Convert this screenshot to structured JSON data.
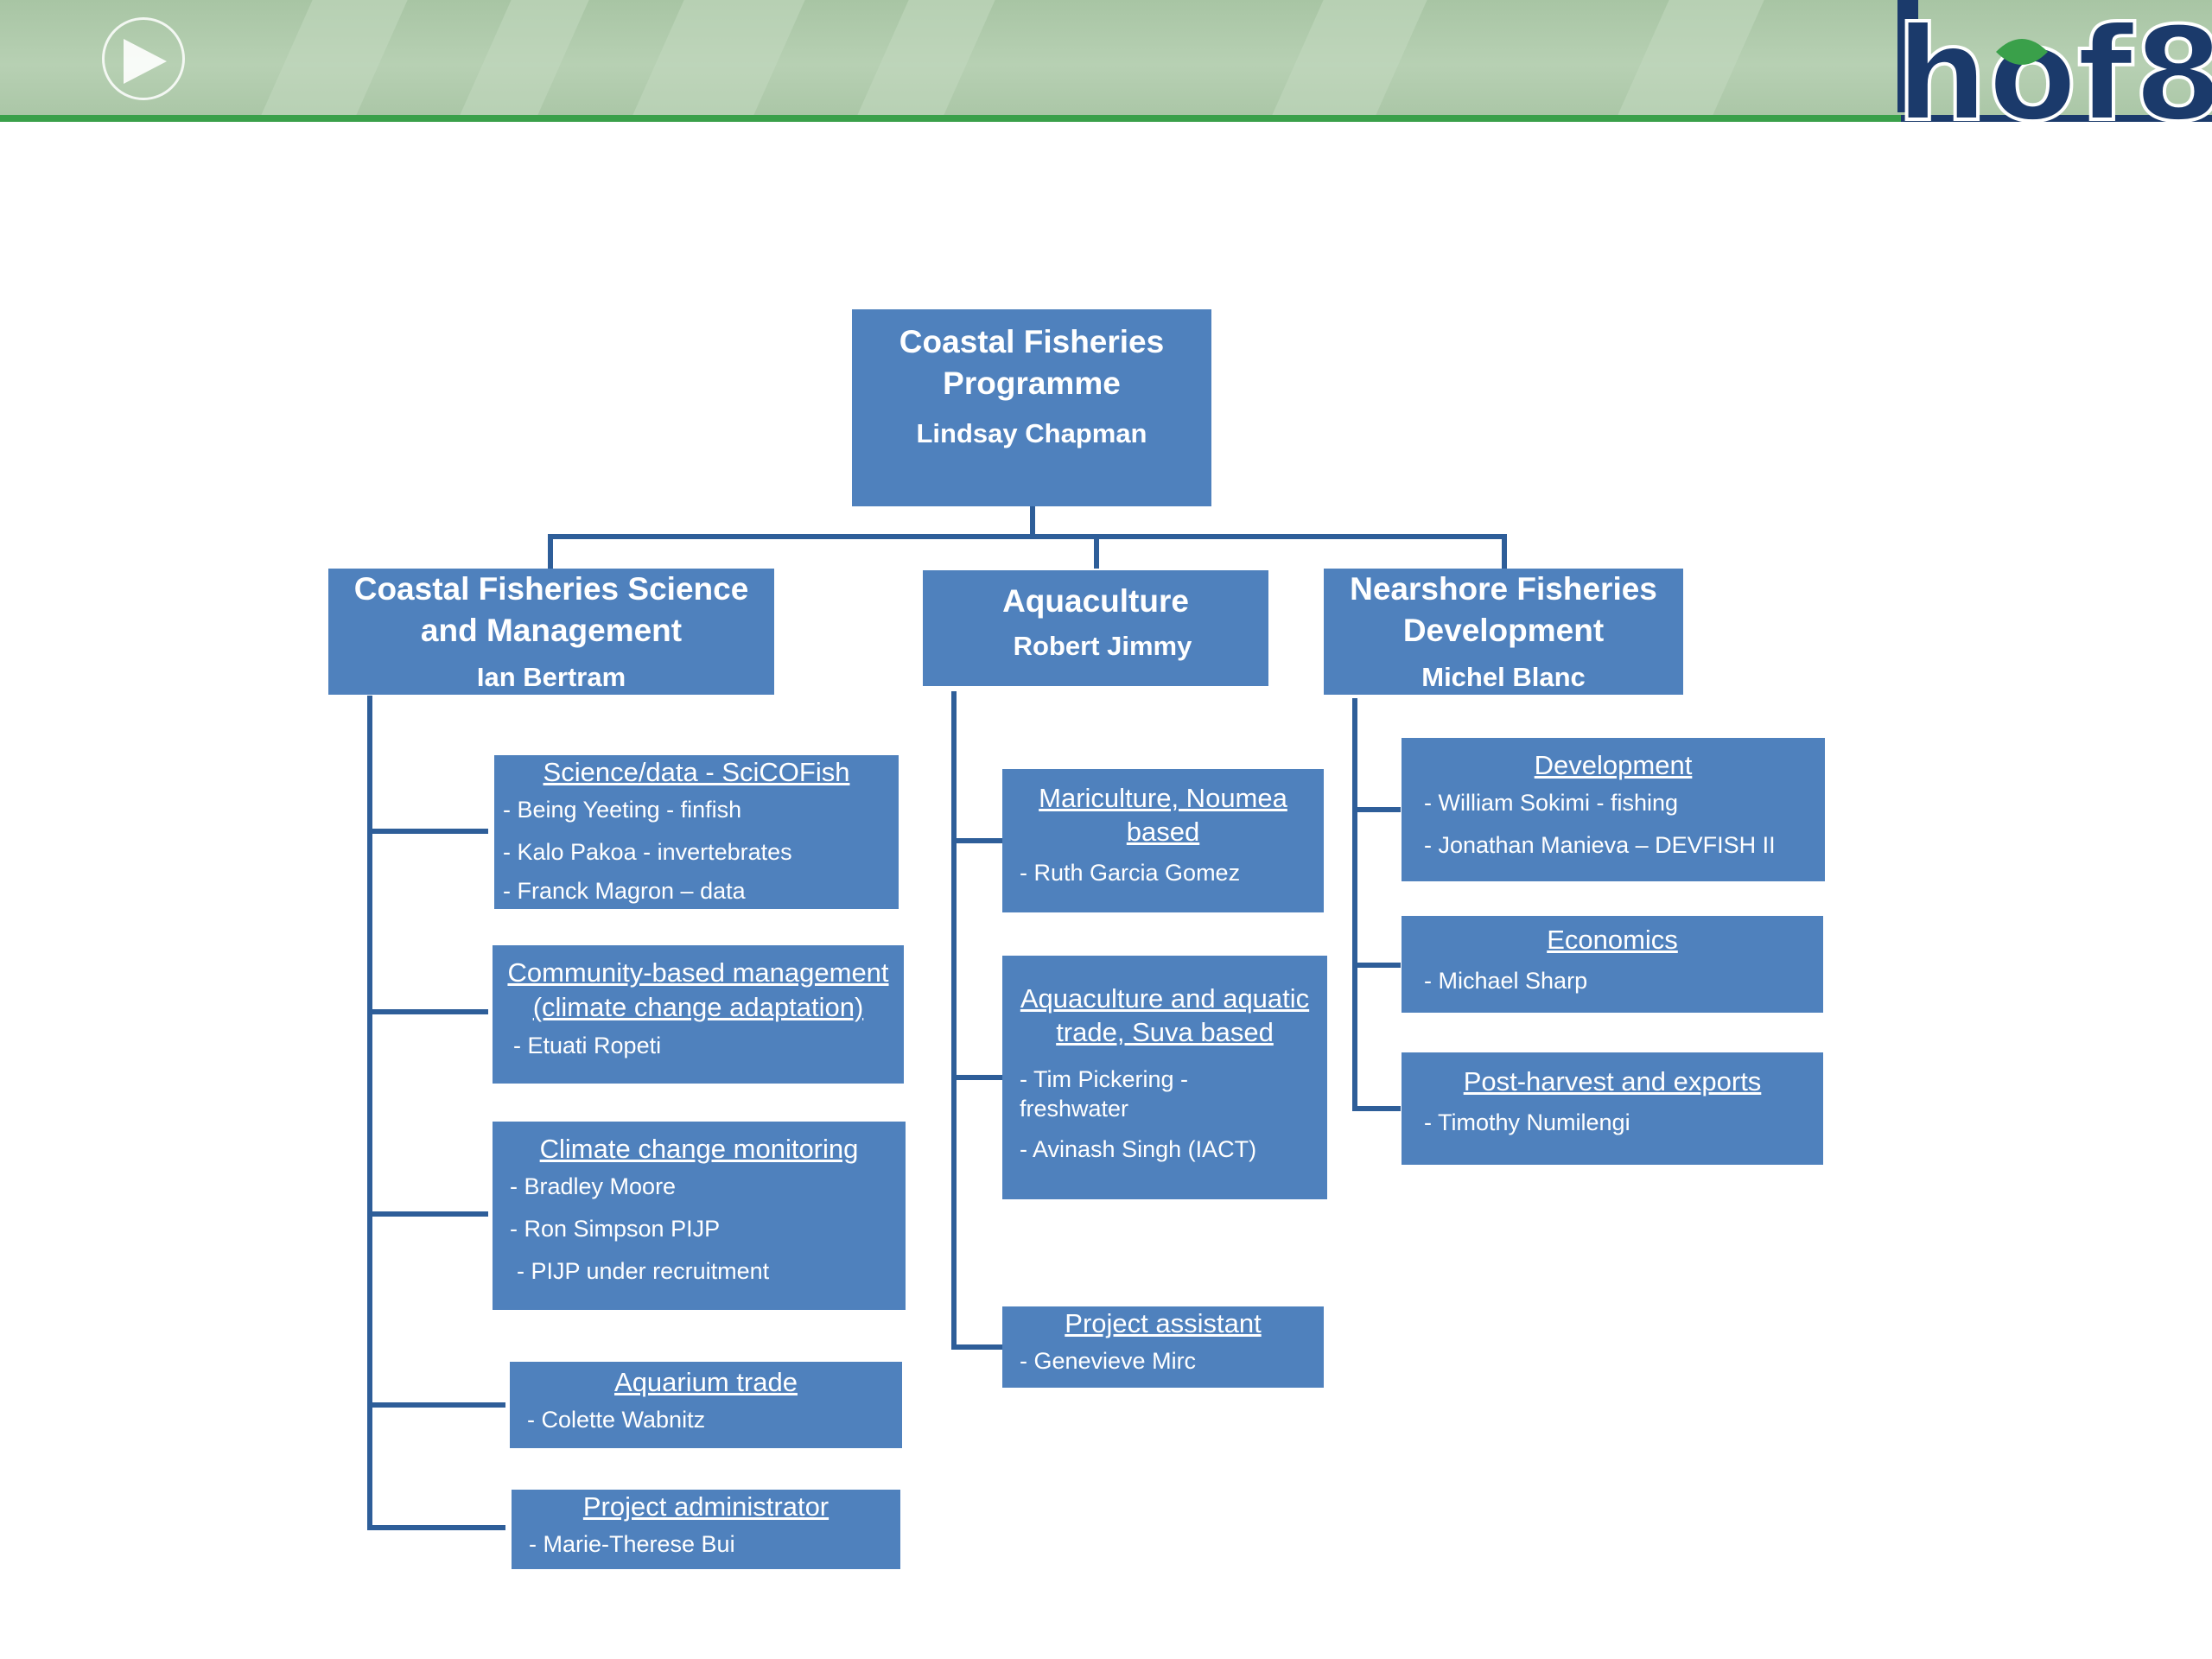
{
  "header": {
    "logo_text": "hof8"
  },
  "org": {
    "top": {
      "title": "Coastal Fisheries Programme",
      "name": "Lindsay Chapman"
    },
    "sections": [
      {
        "title": "Coastal Fisheries Science and Management",
        "name": "Ian Bertram",
        "units": [
          {
            "title": "Science/data - SciCOFish",
            "members": [
              "- Being Yeeting - finfish",
              "- Kalo Pakoa - invertebrates",
              "- Franck Magron – data"
            ]
          },
          {
            "title": "Community-based management (climate change adaptation)",
            "members": [
              "- Etuati Ropeti"
            ]
          },
          {
            "title": "Climate change monitoring",
            "members": [
              "- Bradley Moore",
              "- Ron Simpson PIJP",
              "- PIJP under recruitment"
            ]
          },
          {
            "title": "Aquarium trade",
            "members": [
              "- Colette Wabnitz"
            ]
          },
          {
            "title": "Project administrator",
            "members": [
              "- Marie-Therese Bui"
            ]
          }
        ]
      },
      {
        "title": "Aquaculture",
        "name": "Robert Jimmy",
        "units": [
          {
            "title": "Mariculture, Noumea based",
            "members": [
              "- Ruth Garcia Gomez"
            ]
          },
          {
            "title": "Aquaculture and  aquatic trade, Suva based",
            "members": [
              "- Tim Pickering - freshwater",
              "- Avinash Singh (IACT)"
            ]
          },
          {
            "title": "Project assistant",
            "members": [
              "- Genevieve Mirc"
            ]
          }
        ]
      },
      {
        "title": "Nearshore Fisheries Development",
        "name": "Michel Blanc",
        "units": [
          {
            "title": "Development",
            "members": [
              "- William Sokimi - fishing",
              "- Jonathan Manieva – DEVFISH II"
            ]
          },
          {
            "title": "Economics",
            "members": [
              "- Michael Sharp"
            ]
          },
          {
            "title": "Post-harvest and exports",
            "members": [
              "- Timothy Numilengi"
            ]
          }
        ]
      }
    ]
  }
}
